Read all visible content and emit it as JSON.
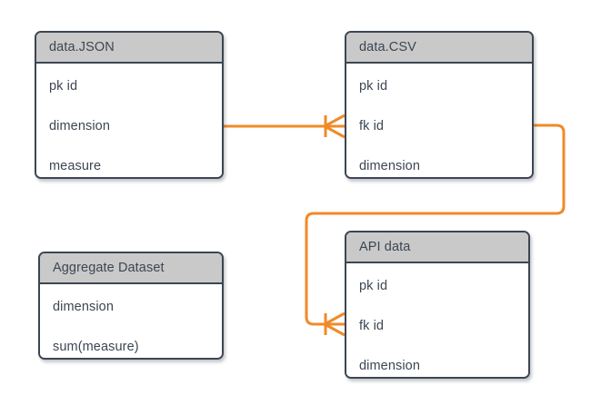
{
  "diagram": {
    "type": "entity-relationship-diagram",
    "background_color": "#ffffff",
    "entity_border_color": "#3c4652",
    "entity_header_color": "#c9c9c9",
    "entity_body_color": "#ffffff",
    "text_color": "#3c4652",
    "connector_color": "#f08a28"
  },
  "entities": [
    {
      "id": "data-json",
      "title": "data.JSON",
      "fields": [
        {
          "label": "pk id"
        },
        {
          "label": "dimension"
        },
        {
          "label": "measure"
        }
      ]
    },
    {
      "id": "data-csv",
      "title": "data.CSV",
      "fields": [
        {
          "label": "pk id"
        },
        {
          "label": "fk id"
        },
        {
          "label": "dimension"
        }
      ]
    },
    {
      "id": "aggregate-dataset",
      "title": "Aggregate Dataset",
      "fields": [
        {
          "label": "dimension"
        },
        {
          "label": "sum(measure)"
        }
      ]
    },
    {
      "id": "api-data",
      "title": "API data",
      "fields": [
        {
          "label": "pk id"
        },
        {
          "label": "fk id"
        },
        {
          "label": "dimension"
        }
      ]
    }
  ],
  "relationships": [
    {
      "id": "json-to-csv",
      "from_entity": "data.JSON",
      "from_field": "dimension",
      "to_entity": "data.CSV",
      "to_field": "fk id",
      "notation": "crows-foot",
      "cardinality": "one-to-many",
      "color": "#f08a28"
    },
    {
      "id": "csv-to-api",
      "from_entity": "data.CSV",
      "from_field": "fk id",
      "to_entity": "API data",
      "to_field": "fk id",
      "notation": "crows-foot",
      "cardinality": "one-to-many",
      "color": "#f08a28"
    }
  ]
}
